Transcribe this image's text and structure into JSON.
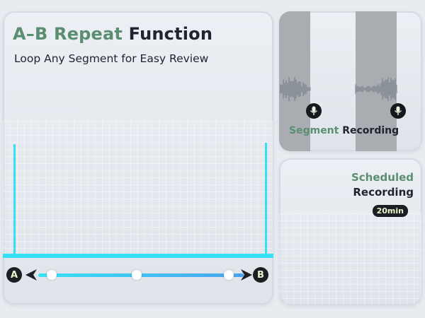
{
  "main_panel": {
    "title_accent": "A–B Repeat",
    "title_rest": "Function",
    "subtitle": "Loop Any Segment for Easy Review",
    "marker_a": "A",
    "marker_b": "B"
  },
  "segment_panel": {
    "label_accent": "Segment",
    "label_rest": "Recording"
  },
  "scheduled_panel": {
    "title_accent": "Scheduled",
    "title_rest": "Recording",
    "badge": "20min"
  },
  "colors": {
    "accent_green": "#5b8e70",
    "wave_cyan": "#33e0f4",
    "wave_gray": "#9aa3ad",
    "dark": "#1b1f24",
    "badge_text": "#e9f5c8"
  },
  "icons": [
    "mic-icon",
    "arrow-left-icon",
    "arrow-right-icon"
  ]
}
